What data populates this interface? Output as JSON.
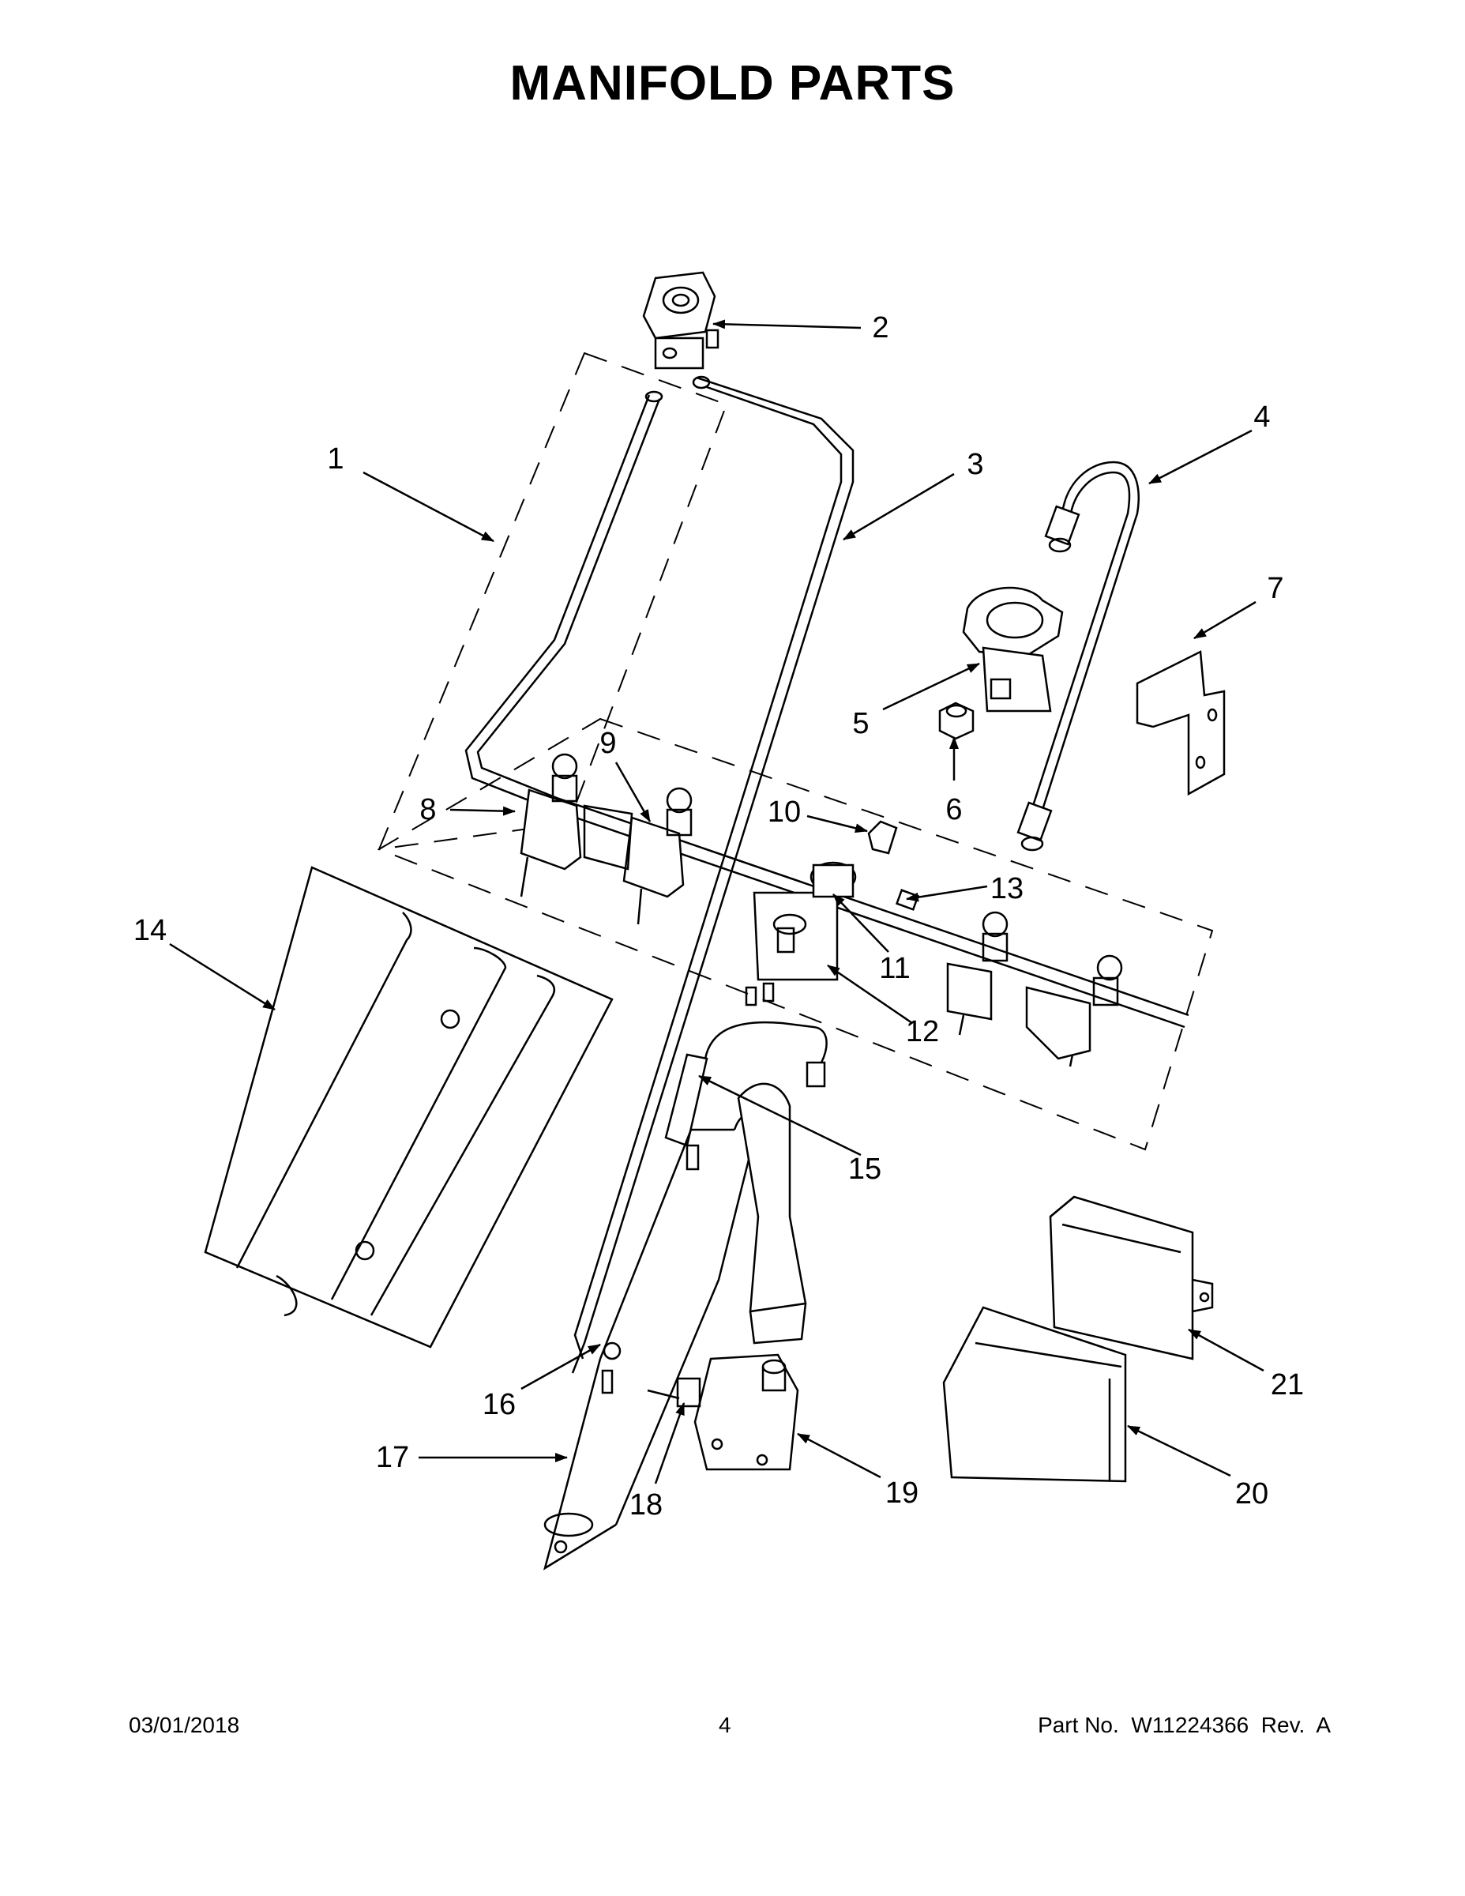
{
  "title": "MANIFOLD PARTS",
  "callouts": [
    "1",
    "2",
    "3",
    "4",
    "5",
    "6",
    "7",
    "8",
    "9",
    "10",
    "11",
    "12",
    "13",
    "14",
    "15",
    "16",
    "17",
    "18",
    "19",
    "20",
    "21"
  ],
  "footer": {
    "date": "03/01/2018",
    "page": "4",
    "part_number": "Part No.  W11224366  Rev.  A"
  }
}
